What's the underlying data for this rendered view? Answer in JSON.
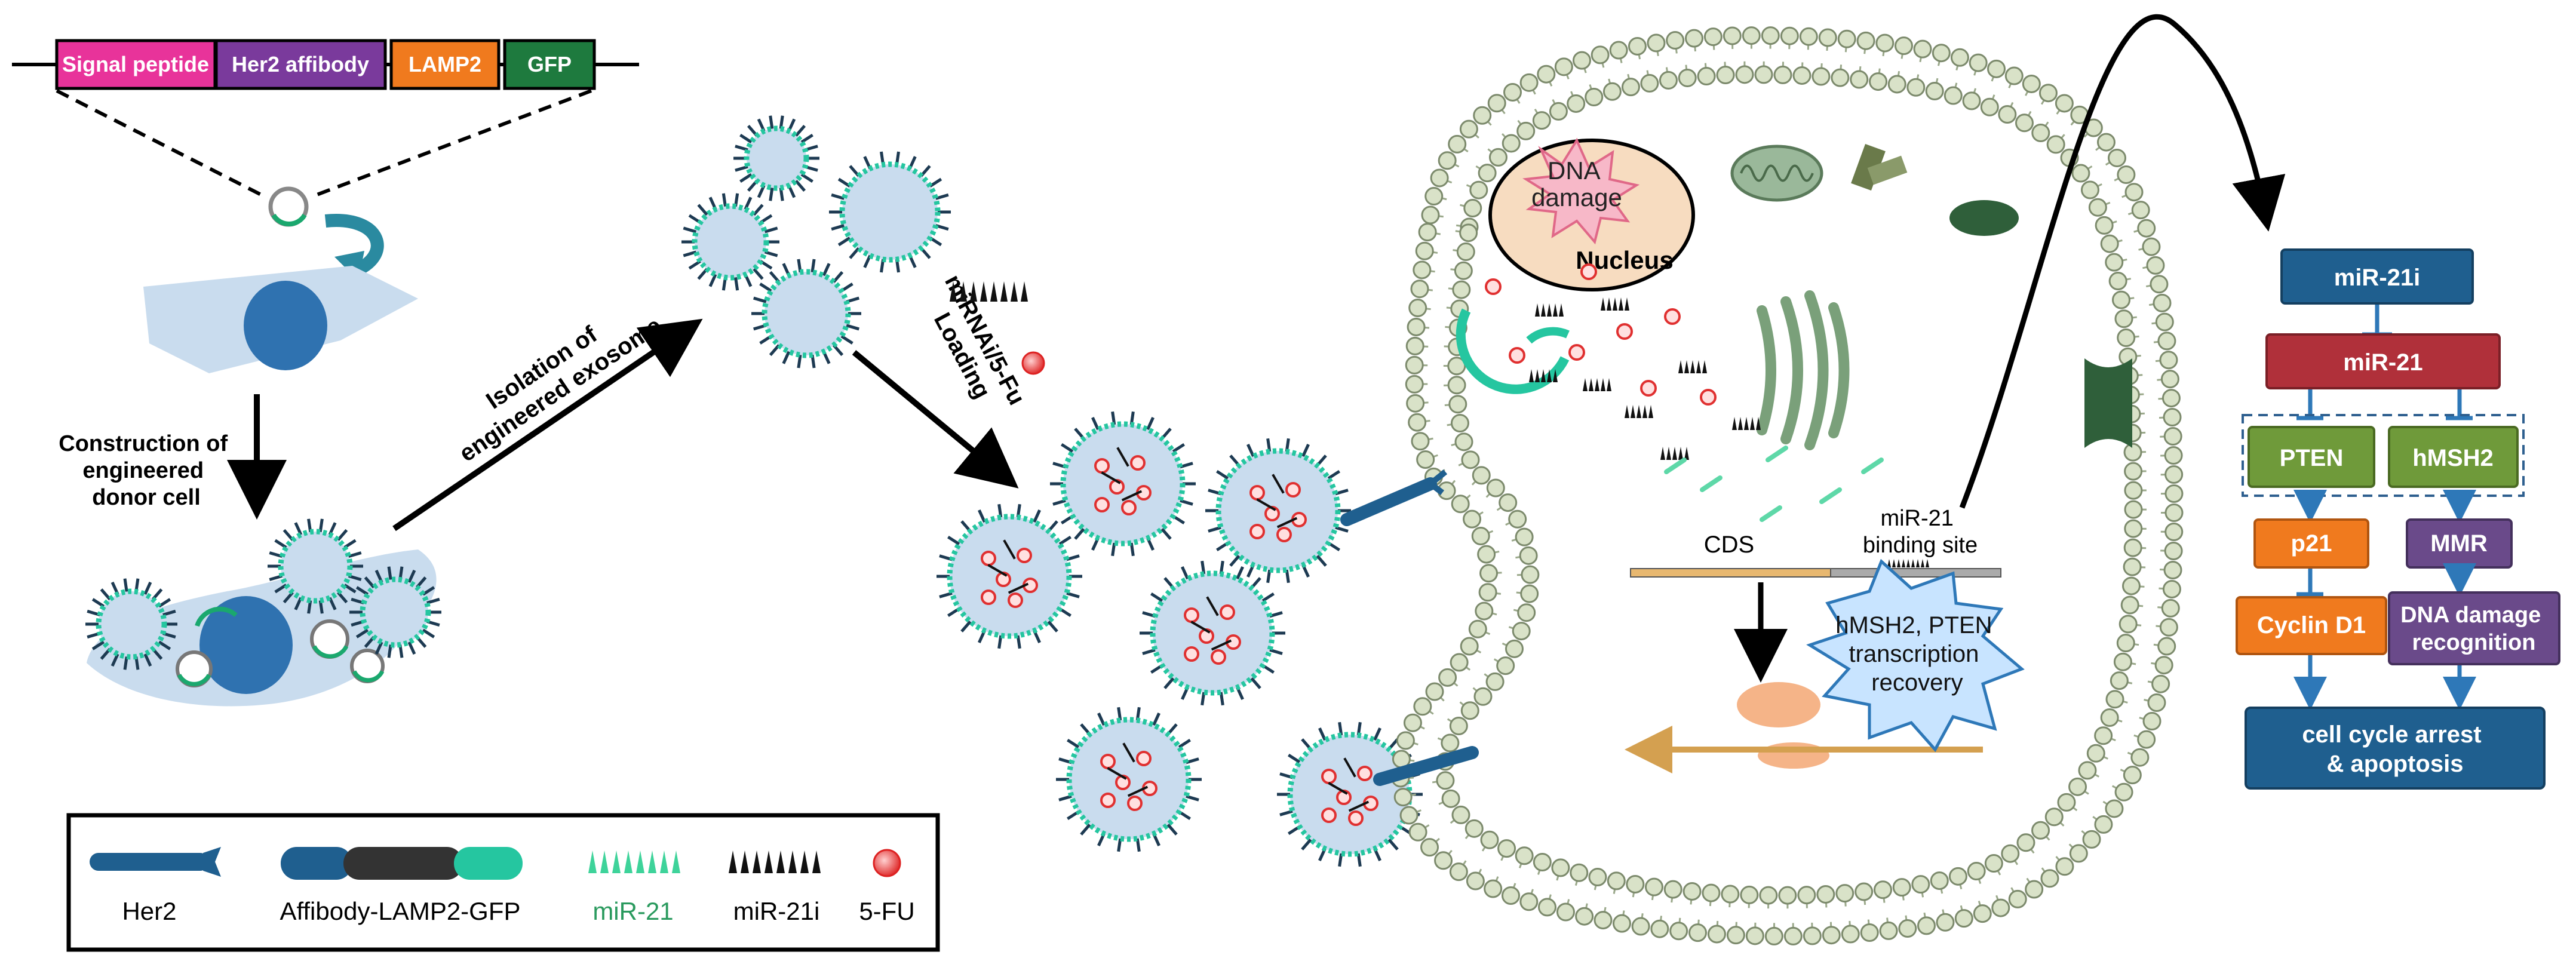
{
  "construct": {
    "signal_peptide": "Signal peptide",
    "her2_affibody": "Her2 affibody",
    "lamp2": "LAMP2",
    "gfp": "GFP"
  },
  "steps": {
    "construction": [
      "Construction of",
      "engineered",
      "donor cell"
    ],
    "isolation": [
      "Isolation of",
      "engineered exosome"
    ],
    "loading": [
      "miRNAi/5-Fu",
      "Loading"
    ]
  },
  "cell": {
    "dna_damage": [
      "DNA",
      "damage"
    ],
    "nucleus": "Nucleus",
    "cds": "CDS",
    "binding_site": [
      "miR-21",
      "binding site"
    ],
    "recovery": [
      "hMSH2, PTEN",
      "transcription",
      "recovery"
    ]
  },
  "pathway": {
    "mir21i": "miR-21i",
    "mir21": "miR-21",
    "pten": "PTEN",
    "hmsh2": "hMSH2",
    "p21": "p21",
    "mmr": "MMR",
    "cyclin": "Cyclin D1",
    "dna_recognition": [
      "DNA damage",
      "recognition"
    ],
    "outcome": [
      "cell cycle arrest",
      "& apoptosis"
    ]
  },
  "legend": {
    "her2": "Her2",
    "affibody": "Affibody-LAMP2-GFP",
    "mir21": "miR-21",
    "mir21i": "miR-21i",
    "fu": "5-FU"
  },
  "colors": {
    "signal_peptide": "#e8339a",
    "her2_affibody": "#7a3a9c",
    "lamp2": "#f07a1e",
    "gfp": "#1e7a3e",
    "exosome_teal": "#25c6a0",
    "cell_blue": "#c9dcee",
    "her2_blue": "#1f5f8f",
    "nucleus_fill": "#f7dcc0",
    "pathway_blue": "#1f5f8f",
    "pathway_red": "#b0303a",
    "pathway_green": "#6f9a3a",
    "pathway_orange": "#f07a1e",
    "pathway_purple": "#6a4a8a"
  }
}
